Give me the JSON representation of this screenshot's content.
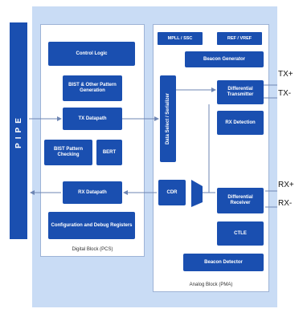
{
  "pipe": {
    "label": "PIPE"
  },
  "digital": {
    "title": "Digital Block (PCS)",
    "control_logic": "Control Logic",
    "bist_other": "BIST & Other Pattern Generation",
    "tx_datapath": "TX Datapath",
    "bist_check": "BIST Pattern Checking",
    "bert": "BERT",
    "rx_datapath": "RX Datapath",
    "config_debug": "Configuration and Debug Registers"
  },
  "analog": {
    "title": "Analog Block (PMA)",
    "mpll": "MPLL / SSC",
    "ref_vref": "REF / VREF",
    "beacon_gen": "Beacon Generator",
    "data_select": "Data Select / Serializer",
    "diff_tx": "Differential Transmitter",
    "rx_detection": "RX Detection",
    "cdr": "CDR",
    "diff_rx": "Differential Receiver",
    "ctle": "CTLE",
    "beacon_det": "Beacon Detector"
  },
  "signals": {
    "tx_plus": "TX+",
    "tx_minus": "TX-",
    "rx_plus": "RX+",
    "rx_minus": "RX-"
  },
  "colors": {
    "block": "#1a4fb0",
    "frame": "#c9dcf5",
    "panel_border": "#9db3d6"
  }
}
